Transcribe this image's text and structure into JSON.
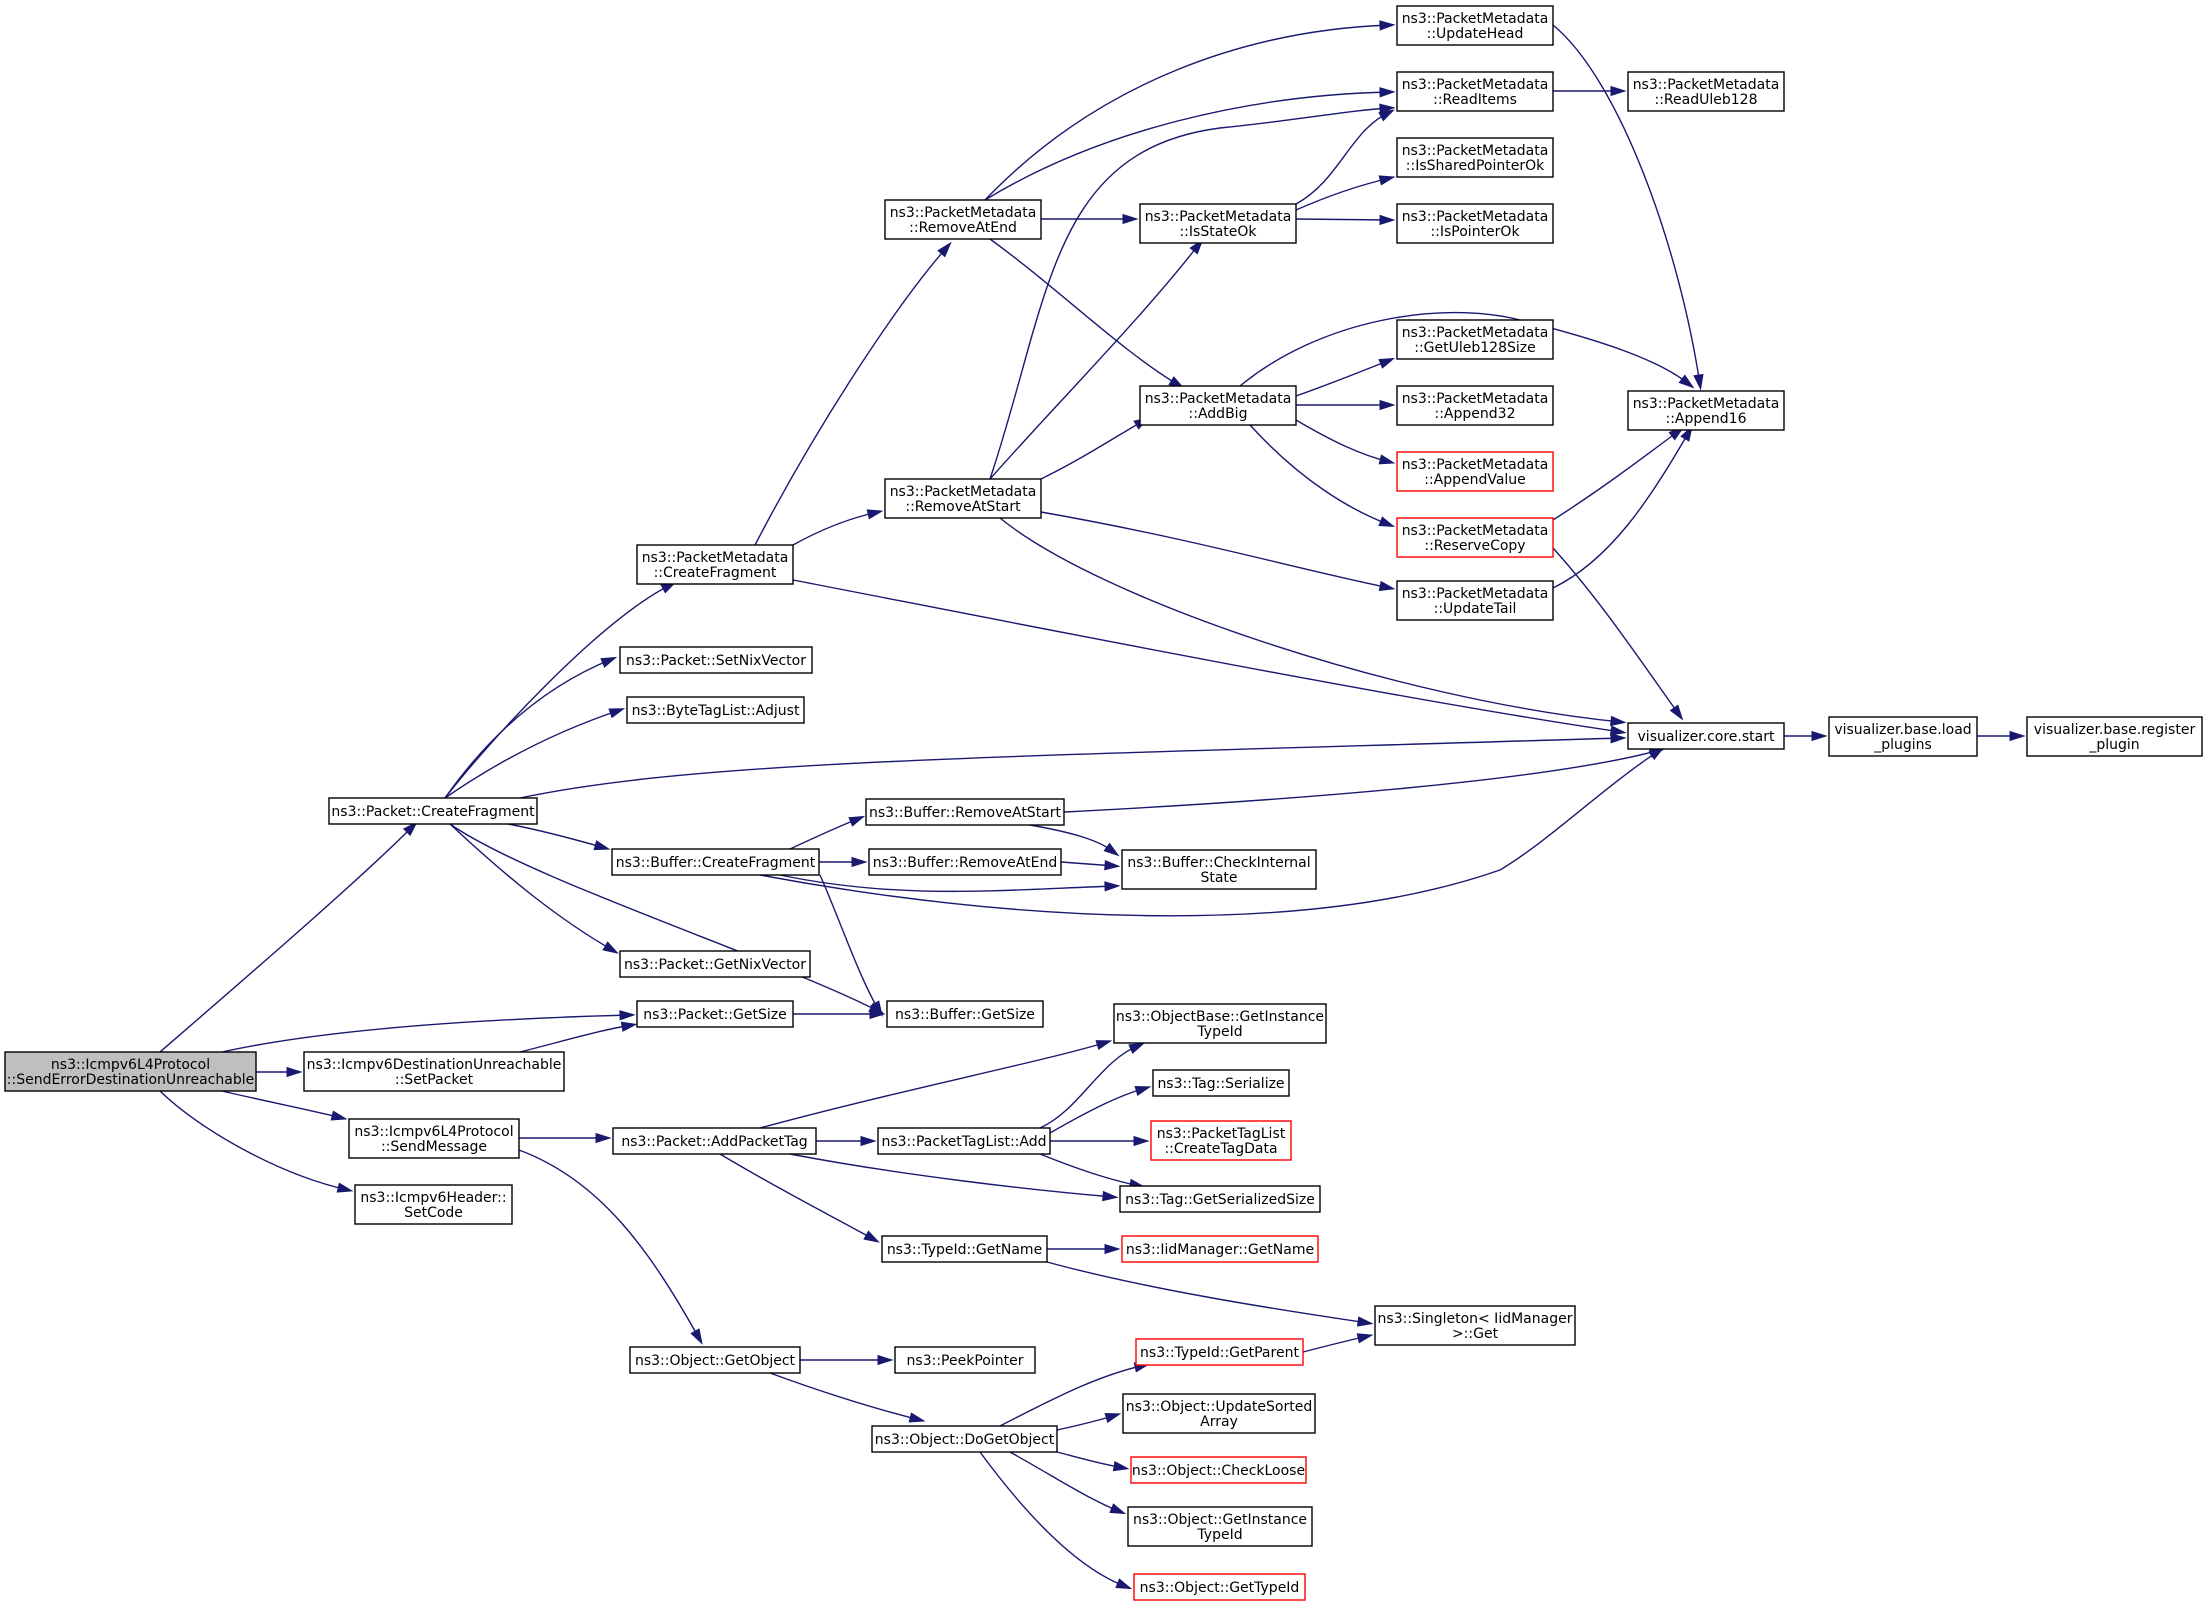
{
  "colors": {
    "edge": "#191970",
    "root_fill": "#bfbfbf",
    "truncated_border": "#ff0000",
    "node_border": "#000000"
  },
  "nodes": {
    "root": {
      "lines": [
        "ns3::Icmpv6L4Protocol",
        "::SendErrorDestinationUnreachable"
      ],
      "root": true
    },
    "pkt_createfrag": {
      "lines": [
        "ns3::Packet::CreateFragment"
      ]
    },
    "destun_setpkt": {
      "lines": [
        "ns3::Icmpv6DestinationUnreachable",
        "::SetPacket"
      ]
    },
    "l4_sendmsg": {
      "lines": [
        "ns3::Icmpv6L4Protocol",
        "::SendMessage"
      ]
    },
    "hdr_setcode": {
      "lines": [
        "ns3::Icmpv6Header::",
        "SetCode"
      ]
    },
    "pm_createfrag": {
      "lines": [
        "ns3::PacketMetadata",
        "::CreateFragment"
      ]
    },
    "pkt_setnix": {
      "lines": [
        "ns3::Packet::SetNixVector"
      ]
    },
    "btl_adjust": {
      "lines": [
        "ns3::ByteTagList::Adjust"
      ]
    },
    "buf_createfrag": {
      "lines": [
        "ns3::Buffer::CreateFragment"
      ]
    },
    "pkt_getnix": {
      "lines": [
        "ns3::Packet::GetNixVector"
      ]
    },
    "pkt_getsize": {
      "lines": [
        "ns3::Packet::GetSize"
      ]
    },
    "pkt_addtag": {
      "lines": [
        "ns3::Packet::AddPacketTag"
      ]
    },
    "obj_getobject": {
      "lines": [
        "ns3::Object::GetObject"
      ]
    },
    "pm_removeatend": {
      "lines": [
        "ns3::PacketMetadata",
        "::RemoveAtEnd"
      ]
    },
    "pm_removeatstart": {
      "lines": [
        "ns3::PacketMetadata",
        "::RemoveAtStart"
      ]
    },
    "buf_removeatstart": {
      "lines": [
        "ns3::Buffer::RemoveAtStart"
      ]
    },
    "buf_removeatend": {
      "lines": [
        "ns3::Buffer::RemoveAtEnd"
      ]
    },
    "buf_getsize": {
      "lines": [
        "ns3::Buffer::GetSize"
      ]
    },
    "ptl_add": {
      "lines": [
        "ns3::PacketTagList::Add"
      ]
    },
    "typeid_getname": {
      "lines": [
        "ns3::TypeId::GetName"
      ]
    },
    "peekpointer": {
      "lines": [
        "ns3::PeekPointer"
      ]
    },
    "obj_dogetobject": {
      "lines": [
        "ns3::Object::DoGetObject"
      ]
    },
    "pm_updatehead": {
      "lines": [
        "ns3::PacketMetadata",
        "::UpdateHead"
      ]
    },
    "pm_readitems": {
      "lines": [
        "ns3::PacketMetadata",
        "::ReadItems"
      ]
    },
    "pm_issharedptr": {
      "lines": [
        "ns3::PacketMetadata",
        "::IsSharedPointerOk"
      ]
    },
    "pm_isstateok": {
      "lines": [
        "ns3::PacketMetadata",
        "::IsStateOk"
      ]
    },
    "pm_isptrok": {
      "lines": [
        "ns3::PacketMetadata",
        "::IsPointerOk"
      ]
    },
    "pm_getuleb": {
      "lines": [
        "ns3::PacketMetadata",
        "::GetUleb128Size"
      ]
    },
    "pm_addbig": {
      "lines": [
        "ns3::PacketMetadata",
        "::AddBig"
      ]
    },
    "pm_append32": {
      "lines": [
        "ns3::PacketMetadata",
        "::Append32"
      ]
    },
    "pm_appendvalue": {
      "lines": [
        "ns3::PacketMetadata",
        "::AppendValue"
      ],
      "truncated": true
    },
    "pm_reservecopy": {
      "lines": [
        "ns3::PacketMetadata",
        "::ReserveCopy"
      ],
      "truncated": true
    },
    "pm_updatetail": {
      "lines": [
        "ns3::PacketMetadata",
        "::UpdateTail"
      ]
    },
    "pm_readuleb": {
      "lines": [
        "ns3::PacketMetadata",
        "::ReadUleb128"
      ]
    },
    "pm_append16": {
      "lines": [
        "ns3::PacketMetadata",
        "::Append16"
      ]
    },
    "vis_core_start": {
      "lines": [
        "visualizer.core.start"
      ]
    },
    "vis_load": {
      "lines": [
        "visualizer.base.load",
        "_plugins"
      ]
    },
    "vis_register": {
      "lines": [
        "visualizer.base.register",
        "_plugin"
      ]
    },
    "buf_checkinternal": {
      "lines": [
        "ns3::Buffer::CheckInternal",
        "State"
      ]
    },
    "ob_getinstance": {
      "lines": [
        "ns3::ObjectBase::GetInstance",
        "TypeId"
      ]
    },
    "tag_serialize": {
      "lines": [
        "ns3::Tag::Serialize"
      ]
    },
    "ptl_createtag": {
      "lines": [
        "ns3::PacketTagList",
        "::CreateTagData"
      ],
      "truncated": true
    },
    "tag_getsersize": {
      "lines": [
        "ns3::Tag::GetSerializedSize"
      ]
    },
    "iid_getname": {
      "lines": [
        "ns3::IidManager::GetName"
      ],
      "truncated": true
    },
    "singleton_get": {
      "lines": [
        "ns3::Singleton< IidManager",
        ">::Get"
      ]
    },
    "typeid_getparent": {
      "lines": [
        "ns3::TypeId::GetParent"
      ],
      "truncated": true
    },
    "obj_updatesorted": {
      "lines": [
        "ns3::Object::UpdateSorted",
        "Array"
      ]
    },
    "obj_checkloose": {
      "lines": [
        "ns3::Object::CheckLoose"
      ],
      "truncated": true
    },
    "obj_getinstance": {
      "lines": [
        "ns3::Object::GetInstance",
        "TypeId"
      ]
    },
    "obj_gettypeid": {
      "lines": [
        "ns3::Object::GetTypeId"
      ],
      "truncated": true
    }
  }
}
